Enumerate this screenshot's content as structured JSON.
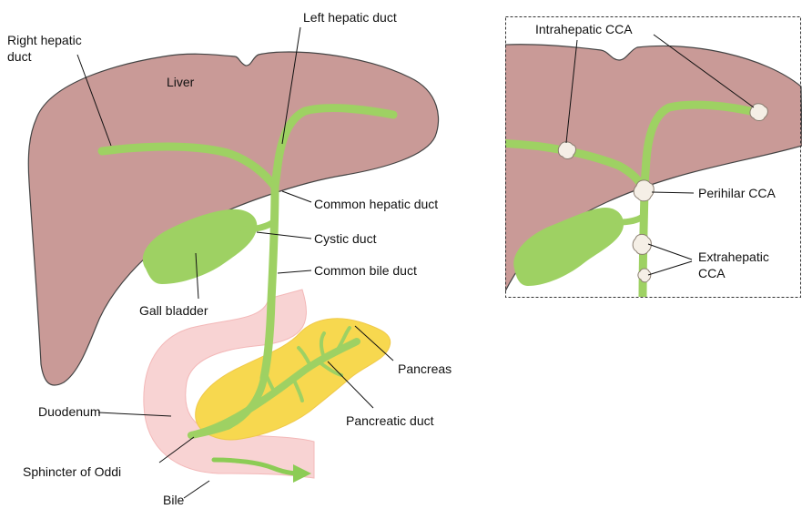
{
  "colors": {
    "liver": "#c99a97",
    "liver_outline": "#444444",
    "duct": "#9ed163",
    "gall_bladder": "#9ed163",
    "pancreas": "#f7d84f",
    "duodenum": "#f8d3d3",
    "tumor": "#f5efe6",
    "inset_border": "#333333"
  },
  "main": {
    "liver_label": "Liver",
    "right_hepatic_duct_line1": "Right hepatic",
    "right_hepatic_duct_line2": "duct",
    "left_hepatic_duct": "Left hepatic duct",
    "common_hepatic_duct": "Common hepatic duct",
    "cystic_duct": "Cystic duct",
    "common_bile_duct": "Common bile duct",
    "gall_bladder": "Gall bladder",
    "pancreas": "Pancreas",
    "pancreatic_duct": "Pancreatic duct",
    "duodenum": "Duodenum",
    "sphincter_of_oddi": "Sphincter of Oddi",
    "bile": "Bile"
  },
  "inset": {
    "intrahepatic_cca": "Intrahepatic CCA",
    "perihilar_cca": "Perihilar CCA",
    "extrahepatic_cca_line1": "Extrahepatic",
    "extrahepatic_cca_line2": "CCA"
  }
}
